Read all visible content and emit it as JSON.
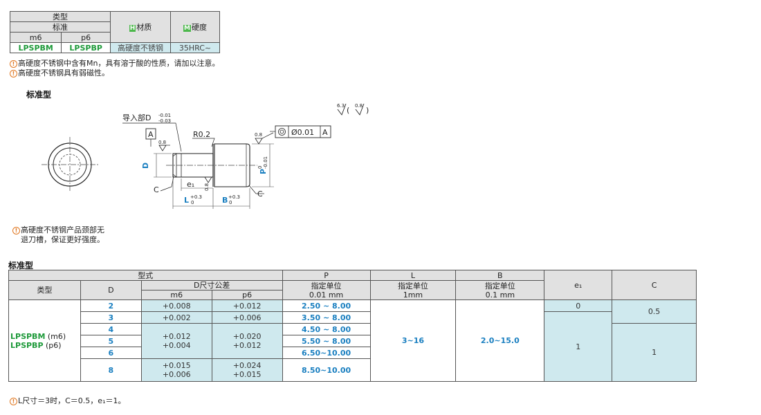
{
  "spec_table": {
    "type_header": "类型",
    "standard_header": "标准",
    "m6_header": "m6",
    "p6_header": "p6",
    "material_badge": "H",
    "material_header": "材质",
    "hardness_badge": "M",
    "hardness_header": "硬度",
    "code_m6": "LPSPBM",
    "code_p6": "LPSPBP",
    "material_value": "高硬度不锈钢",
    "hardness_value": "35HRC~"
  },
  "notes_top": [
    "高硬度不锈钢中含有Mn，具有溶于酸的性质，请加以注意。",
    "高硬度不锈钢具有弱磁性。"
  ],
  "section_title": "标准型",
  "drawing": {
    "surface_roughness": "6.3",
    "surface_roughness_paren": "0.8",
    "lead_in_label": "导入部D",
    "lead_in_tol_upper": "-0.01",
    "lead_in_tol_lower": "-0.03",
    "datum_a": "A",
    "r_label": "R0.2",
    "rough_08_a": "0.8",
    "rough_08_b": "0.8",
    "rough_08_c": "0.8",
    "concentricity_value": "Ø0.01",
    "concentricity_datum": "A",
    "d_label": "D",
    "p_label": "P",
    "p_tol_upper": "0",
    "p_tol_lower": "-0.01",
    "c_label_left": "C",
    "c_label_right": "C",
    "e1_label": "e₁",
    "l_label": "L",
    "l_tol_upper": "+0.3",
    "l_tol_lower": "0",
    "b_label": "B",
    "b_tol_upper": "+0.3",
    "b_tol_lower": "0"
  },
  "note_mid": [
    "高硬度不锈钢产品颈部无",
    "退刀槽，保证更好强度。"
  ],
  "table_title": "标准型",
  "main_table": {
    "header_model": "型式",
    "header_type": "类型",
    "header_d": "D",
    "header_d_tol": "D尺寸公差",
    "header_m6": "m6",
    "header_p6": "p6",
    "header_p": "P",
    "header_p_unit1": "指定单位",
    "header_p_unit2": "0.01 mm",
    "header_l": "L",
    "header_l_unit1": "指定单位",
    "header_l_unit2": "1mm",
    "header_b": "B",
    "header_b_unit1": "指定单位",
    "header_b_unit2": "0.1 mm",
    "header_e1": "e₁",
    "header_c": "C",
    "type_line1_code": "LPSPBM",
    "type_line1_suffix": "(m6)",
    "type_line2_code": "LPSPBP",
    "type_line2_suffix": "(p6)",
    "l_value": "3~16",
    "b_value": "2.0~15.0",
    "e1_first": "0",
    "e1_rest": "1",
    "c_first": "0.5",
    "c_rest": "1",
    "rows": [
      {
        "d": "2",
        "p": "2.50 ~ 8.00"
      },
      {
        "d": "3",
        "p": "3.50 ~ 8.00"
      },
      {
        "d": "4",
        "p": "4.50 ~ 8.00"
      },
      {
        "d": "5",
        "p": "5.50 ~ 8.00"
      },
      {
        "d": "6",
        "p": "6.50~10.00"
      },
      {
        "d": "8",
        "p": "8.50~10.00"
      }
    ],
    "tol_groups": [
      {
        "m6_upper": "+0.008",
        "m6_lower": "+0.002",
        "p6_upper": "+0.012",
        "p6_lower": "+0.006"
      },
      {
        "m6_upper": "+0.012",
        "m6_lower": "+0.004",
        "p6_upper": "+0.020",
        "p6_lower": "+0.012"
      },
      {
        "m6_upper": "+0.015",
        "m6_lower": "+0.006",
        "p6_upper": "+0.024",
        "p6_lower": "+0.015"
      }
    ]
  },
  "footnote": "L尺寸＝3时，C＝0.5，e₁＝1。"
}
